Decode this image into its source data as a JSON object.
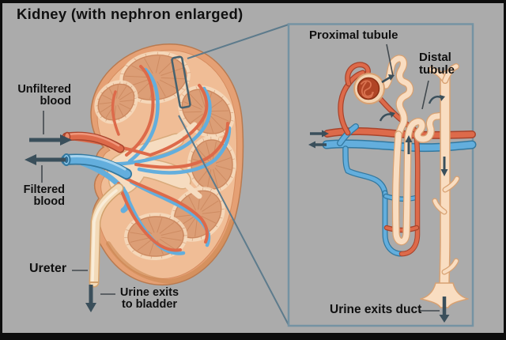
{
  "labels": {
    "title": "Kidney (with nephron enlarged)",
    "unfiltered_blood": [
      "Unfiltered",
      "blood"
    ],
    "filtered_blood": [
      "Filtered",
      "blood"
    ],
    "ureter": "Ureter",
    "urine_exits_to_bladder": [
      "Urine exits",
      "to bladder"
    ],
    "proximal_tubule": "Proximal tubule",
    "distal_tubule": [
      "Distal",
      "tubule"
    ],
    "urine_exits_duct": "Urine exits duct"
  },
  "icons": {
    "unfiltered_blood_arrow": "right-arrow",
    "filtered_blood_arrow": "left-arrow",
    "urine_to_bladder_arrow": "down-arrow",
    "blood_in_arrow": "right-arrow",
    "blood_out_arrow": "left-arrow",
    "tubule_flow_up_arrow": "up-arrow",
    "duct_flow_down_arrow": "down-arrow",
    "urine_exit_duct_arrow": "down-arrow",
    "filtrate_arrow": "diagonal-arrow",
    "proximal_flow_curve_arrow": "curved-arrow",
    "distal_flow_curve_arrow": "curved-arrow"
  },
  "colors": {
    "background": "#ababab",
    "frame": "#0d0d0d",
    "label_text": "#101010",
    "arrow_dark": "#3a4f5b",
    "pointer_line": "#42494e",
    "callout_line": "#5d7b8c",
    "inset_border": "#7593a3",
    "artery": "#dd6a4a",
    "artery_outline": "#a8442c",
    "vein": "#63aedd",
    "vein_outline": "#33789f",
    "kidney_outer": "#e5a074",
    "kidney_cortex": "#f0bd96",
    "lobe": "#dc9e76",
    "lobe_streak": "#c27c52",
    "pelvis": "#f6dcc0",
    "tubule": "#f9ddc1",
    "tubule_outline": "#d8a172",
    "glomerulus": "#b04526"
  }
}
